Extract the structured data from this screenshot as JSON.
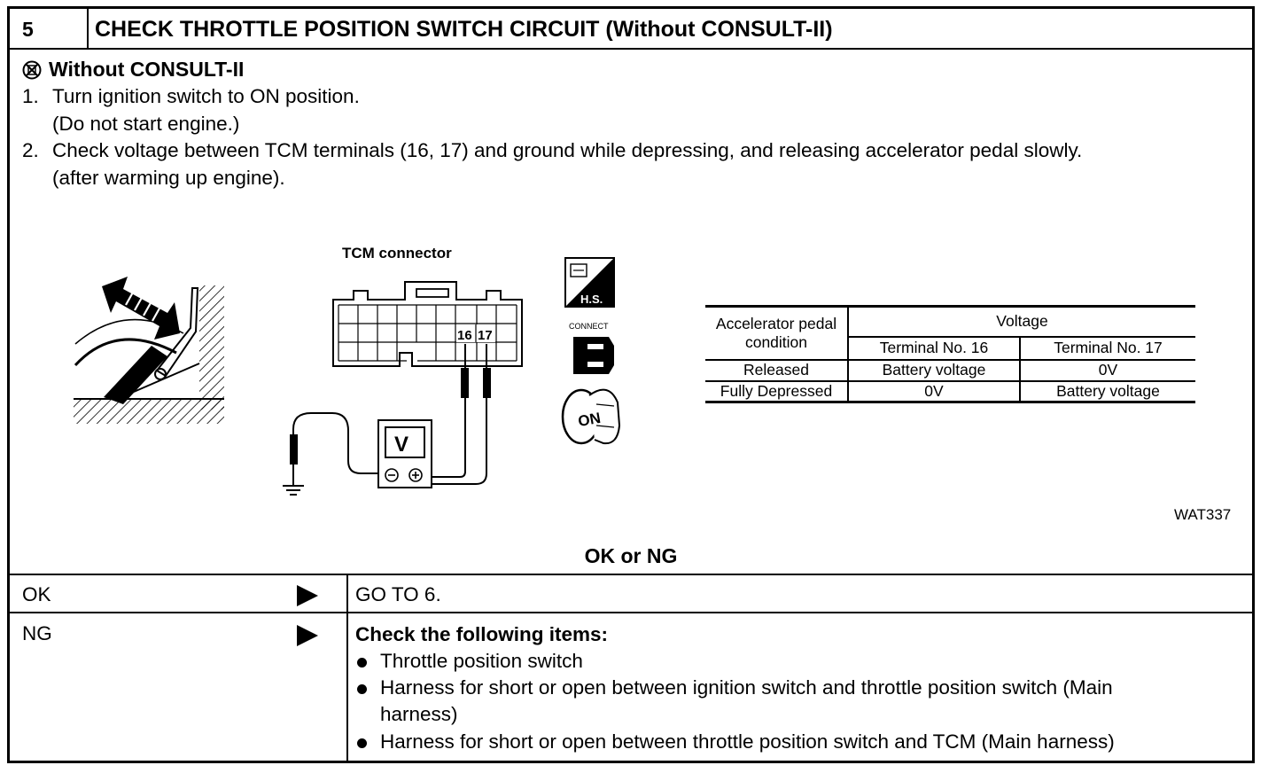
{
  "header": {
    "step_number": "5",
    "title": "CHECK THROTTLE POSITION SWITCH CIRCUIT (Without CONSULT-II)"
  },
  "instructions": {
    "subheading": "Without CONSULT-II",
    "subheading_icon": "no-consult-icon",
    "steps": [
      {
        "num": "1.",
        "lines": [
          "Turn ignition switch to ON position.",
          "(Do not start engine.)"
        ]
      },
      {
        "num": "2.",
        "lines": [
          "Check voltage between TCM terminals (16, 17) and ground while depressing, and releasing accelerator pedal slowly.",
          "(after warming up engine)."
        ]
      }
    ]
  },
  "diagram": {
    "connector_label": "TCM connector",
    "terminal_a": "16",
    "terminal_b": "17",
    "meter_label": "V",
    "meter_minus": "−",
    "meter_plus": "+",
    "hs_label": "H.S.",
    "connect_label": "CONNECT",
    "key_label": "ON",
    "figure_id": "WAT337"
  },
  "voltage_table": {
    "col_condition": "Accelerator pedal condition",
    "col_voltage": "Voltage",
    "col_t16": "Terminal No. 16",
    "col_t17": "Terminal No. 17",
    "rows": [
      {
        "condition": "Released",
        "t16": "Battery voltage",
        "t17": "0V"
      },
      {
        "condition": "Fully Depressed",
        "t16": "0V",
        "t17": "Battery voltage"
      }
    ]
  },
  "result": {
    "heading": "OK or NG",
    "ok_label": "OK",
    "ok_action": "GO TO 6.",
    "ng_label": "NG",
    "ng_title": "Check the following items:",
    "ng_items": [
      "Throttle position switch",
      "Harness for short or open between ignition switch and throttle position switch (Main",
      "harness)",
      "Harness for short or open between throttle position switch and TCM (Main harness)"
    ]
  }
}
